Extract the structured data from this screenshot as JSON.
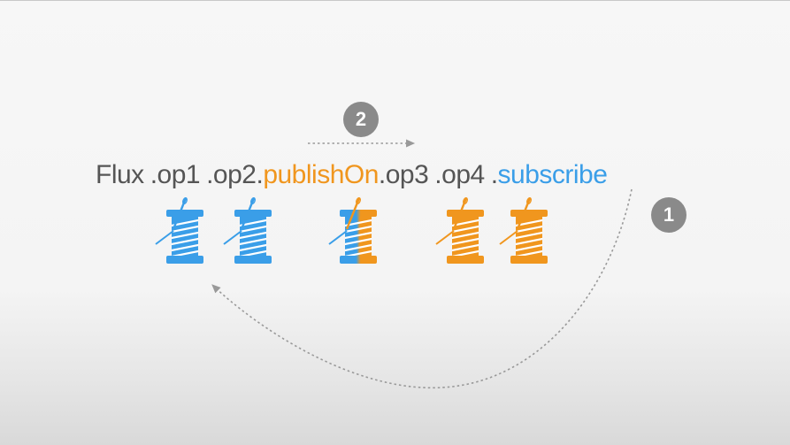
{
  "code": {
    "flux": "Flux",
    "op1": ".op1",
    "op2": ".op2",
    "dot_before_publish": ".",
    "publish_on": "publishOn",
    "op3": ".op3",
    "op4": ".op4",
    "dot_before_subscribe": ".",
    "subscribe": "subscribe"
  },
  "badges": {
    "step1": "1",
    "step2": "2"
  },
  "colors": {
    "blue": "#3a9ee8",
    "orange": "#f0961e",
    "gray_text": "#555555",
    "badge_gray": "#8a8a8a",
    "arrow_gray": "#999999"
  },
  "spools": [
    {
      "color": "blue"
    },
    {
      "color": "blue"
    },
    {
      "color": "split"
    },
    {
      "color": "orange"
    },
    {
      "color": "orange"
    }
  ]
}
